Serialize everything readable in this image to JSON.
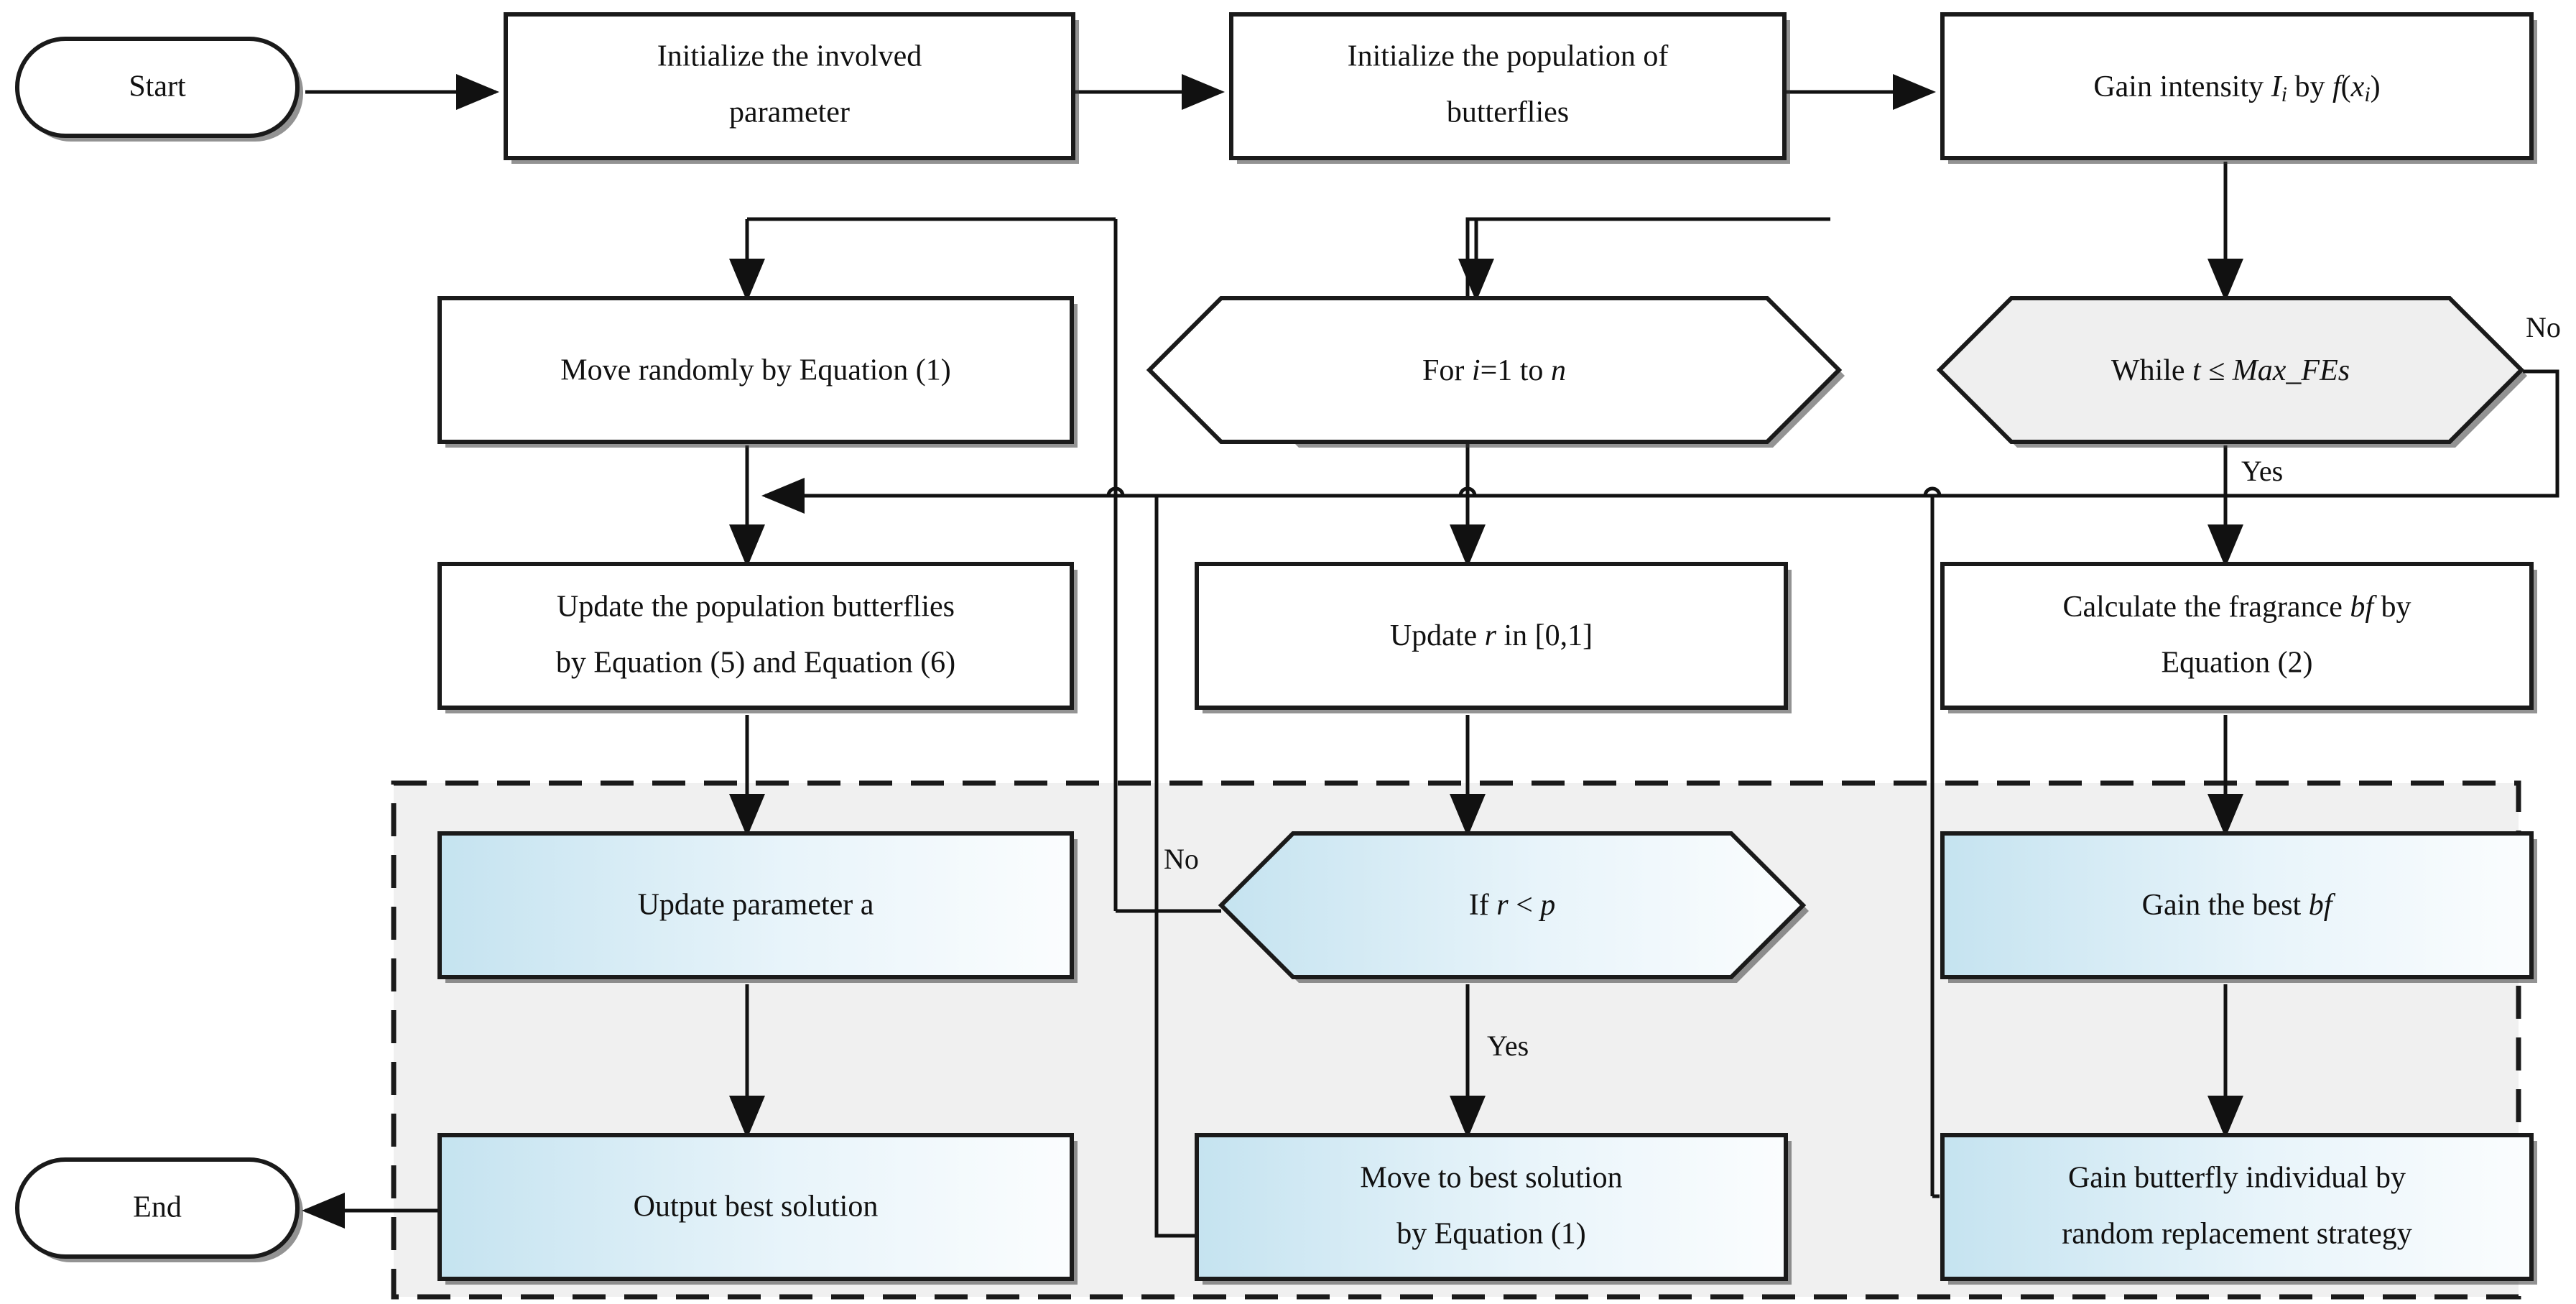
{
  "diagram": {
    "title": "Butterfly Optimization Algorithm Flowchart",
    "background": "#ffffff",
    "colors": {
      "stroke": "#1a1a1a",
      "hexagon_gray_fill": "#efefef",
      "blue_gradient_start": "#c5e3f0",
      "blue_gradient_end": "#fbfdfe",
      "dashed_region_fill": "#f0f0f0"
    }
  },
  "nodes": {
    "start": {
      "label": "Start",
      "shape": "terminator"
    },
    "init_param": {
      "line1": "Initialize the involved",
      "line2": "parameter",
      "shape": "process"
    },
    "init_pop": {
      "line1": "Initialize the population of",
      "line2": "butterflies",
      "shape": "process"
    },
    "gain_intensity": {
      "pre": "Gain intensity ",
      "var1": "I",
      "sub1": "i",
      "mid": " by ",
      "var2": "f",
      "open": "(",
      "var3": "x",
      "sub2": "i",
      "close": ")",
      "shape": "process"
    },
    "while_loop": {
      "pre": "While ",
      "var1": "t",
      "op": " ≤ ",
      "var2": "Max_FEs",
      "shape": "hexagon",
      "fill": "gray"
    },
    "for_loop": {
      "pre": "For ",
      "var1": "i",
      "mid": "=1 to ",
      "var2": "n",
      "shape": "hexagon"
    },
    "move_randomly": {
      "label": "Move randomly by Equation (1)",
      "shape": "process"
    },
    "calc_fragrance": {
      "line1pre": "Calculate the fragrance ",
      "line1var": "bf",
      "line1post": " by",
      "line2": "Equation (2)",
      "shape": "process"
    },
    "update_r": {
      "pre": "Update ",
      "var1": "r",
      "post": " in [0,1]",
      "shape": "process"
    },
    "update_pop": {
      "line1": "Update the population butterflies",
      "line2": "by Equation (5) and Equation (6)",
      "shape": "process"
    },
    "gain_best_bf": {
      "pre": "Gain the best ",
      "var1": "bf",
      "shape": "process",
      "fill": "blue"
    },
    "if_r_lt_p": {
      "pre": "If ",
      "var1": "r",
      "op": " < ",
      "var2": "p",
      "shape": "hexagon",
      "fill": "blue"
    },
    "update_param_a": {
      "label": "Update parameter a",
      "shape": "process",
      "fill": "blue"
    },
    "gain_butterfly": {
      "line1": "Gain butterfly individual by",
      "line2": "random replacement strategy",
      "shape": "process",
      "fill": "blue"
    },
    "move_best": {
      "line1": "Move to best solution",
      "line2": "by Equation (1)",
      "shape": "process",
      "fill": "blue"
    },
    "output_best": {
      "label": "Output best solution",
      "shape": "process",
      "fill": "blue"
    },
    "end": {
      "label": "End",
      "shape": "terminator"
    }
  },
  "edge_labels": {
    "while_no": "No",
    "while_yes": "Yes",
    "if_no": "No",
    "if_yes": "Yes"
  }
}
